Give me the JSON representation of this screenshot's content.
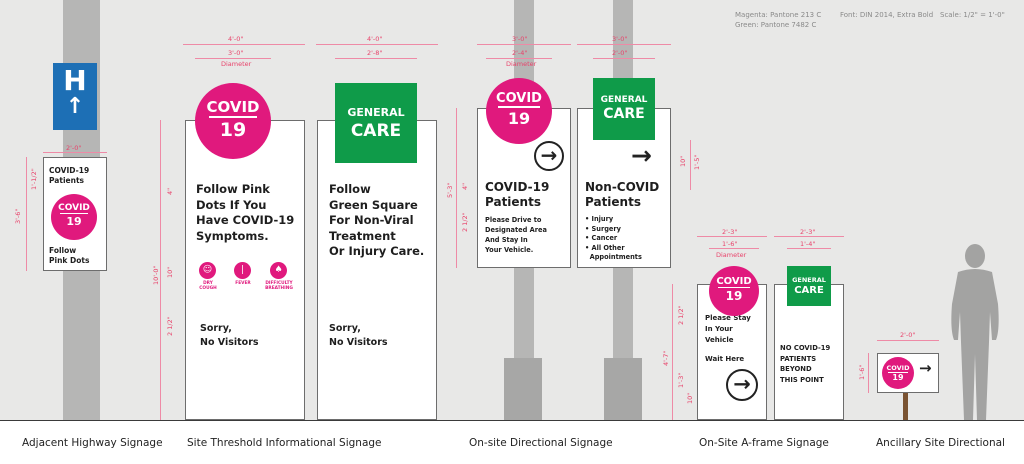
{
  "notes": {
    "magenta": "Magenta: Pantone 213 C",
    "green": "Green: Pantone 7482 C",
    "font": "Font: DIN 2014, Extra Bold",
    "scale": "Scale: 1/2\" = 1'-0\""
  },
  "colors": {
    "magenta": "#e0197d",
    "green": "#0f9b49",
    "hospital_blue": "#1d6fb5",
    "pole": "#b6b6b5",
    "dimension": "#e8436b"
  },
  "sections": [
    "Adjacent Highway Signage",
    "Site Threshold Informational Signage",
    "On-site Directional Signage",
    "On-Site A-frame Signage",
    "Ancillary Site Directional"
  ],
  "highway": {
    "h_letter": "H",
    "title": "COVID-19\nPatients",
    "dot_top": "COVID",
    "dot_num": "19",
    "bottom": "Follow\nPink Dots",
    "dim_width": "2'-0\"",
    "dim_height": "3'-6\"",
    "dim_dot": "1'-1/2\""
  },
  "threshold_covid": {
    "dot_top": "COVID",
    "dot_num": "19",
    "body": "Follow Pink\nDots If You\nHave COVID-19\nSymptoms.",
    "symptoms": [
      "DRY\nCOUGH",
      "FEVER",
      "DIFFICULTY\nBREATHING"
    ],
    "footer": "Sorry,\nNo Visitors",
    "dim_outer": "4'-0\"",
    "dim_dot": "3'-0\"",
    "dim_dot_label": "Diameter",
    "dim_height": "10'-0\"",
    "dim_text1": "4\"",
    "dim_text2": "10\"",
    "dim_text3": "2 1/2\""
  },
  "threshold_general": {
    "sq_line1": "GENERAL",
    "sq_line2": "CARE",
    "body": "Follow\nGreen Square\nFor Non-Viral\nTreatment\nOr Injury Care.",
    "footer": "Sorry,\nNo Visitors",
    "dim_outer": "4'-0\"",
    "dim_sq": "2'-8\""
  },
  "directional_covid": {
    "dot_top": "COVID",
    "dot_num": "19",
    "arrow": "→",
    "title": "COVID-19\nPatients",
    "body": "Please Drive to\nDesignated Area\nAnd Stay In\nYour Vehicle.",
    "dim_outer": "3'-0\"",
    "dim_dot": "2'-4\"",
    "dim_dot_label": "Diameter",
    "dim_height": "5'-3\"",
    "dim_text1": "4\"",
    "dim_text2": "2 1/2\""
  },
  "directional_general": {
    "sq_line1": "GENERAL",
    "sq_line2": "CARE",
    "arrow": "→",
    "title": "Non-COVID\nPatients",
    "bullets": [
      "• Injury",
      "• Surgery",
      "• Cancer",
      "• All Other\n  Appointments"
    ],
    "dim_outer": "3'-0\"",
    "dim_sq": "2'-0\"",
    "dim_arrow": "1'-5\"",
    "dim_arrow2": "10\""
  },
  "aframe_covid": {
    "dot_top": "COVID",
    "dot_num": "19",
    "body": "Please Stay\nIn Your\nVehicle",
    "wait": "Wait Here",
    "arrow": "→",
    "dim_outer": "2'-3\"",
    "dim_dot": "1'-6\"",
    "dim_dot_label": "Diameter",
    "dim_height": "4'-7\"",
    "dim_text1": "2 1/2\"",
    "dim_text2": "1'-3\"",
    "dim_text3": "10\""
  },
  "aframe_general": {
    "sq_line1": "GENERAL",
    "sq_line2": "CARE",
    "body": "NO COVID-19\nPATIENTS\nBEYOND\nTHIS POINT",
    "dim_outer": "2'-3\"",
    "dim_sq": "1'-4\""
  },
  "ancillary": {
    "dot_top": "COVID",
    "dot_num": "19",
    "arrow": "→",
    "dim_width": "2'-0\"",
    "dim_height": "1'-6\""
  }
}
